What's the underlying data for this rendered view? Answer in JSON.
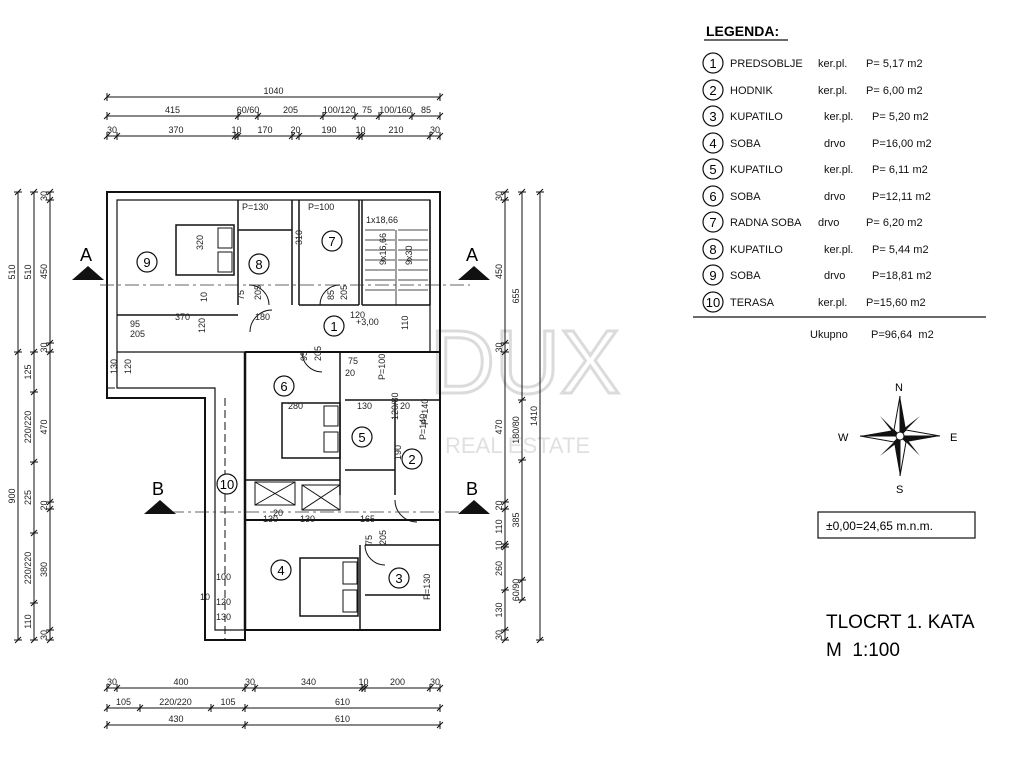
{
  "legend": {
    "title": "LEGENDA:",
    "rooms": [
      {
        "no": "1",
        "name": "PREDSOBLJE",
        "material": "ker.pl.",
        "area": "P= 5,17  m2"
      },
      {
        "no": "2",
        "name": "HODNIK",
        "material": "ker.pl.",
        "area": "P= 6,00  m2"
      },
      {
        "no": "3",
        "name": "KUPATILO",
        "material": "ker.pl.",
        "area": "P= 5,20  m2"
      },
      {
        "no": "4",
        "name": "SOBA",
        "material": "drvo",
        "area": "P=16,00  m2"
      },
      {
        "no": "5",
        "name": "KUPATILO",
        "material": "ker.pl.",
        "area": "P= 6,11  m2"
      },
      {
        "no": "6",
        "name": "SOBA",
        "material": "drvo",
        "area": "P=12,11  m2"
      },
      {
        "no": "7",
        "name": "RADNA SOBA",
        "material": "drvo",
        "area": "P= 6,20  m2"
      },
      {
        "no": "8",
        "name": "KUPATILO",
        "material": "ker.pl.",
        "area": "P= 5,44  m2"
      },
      {
        "no": "9",
        "name": "SOBA",
        "material": "drvo",
        "area": "P=18,81  m2"
      },
      {
        "no": "10",
        "name": "TERASA",
        "material": "ker.pl.",
        "area": "P=15,60  m2"
      }
    ],
    "total_label": "Ukupno",
    "total_area": "P=96,64  m2"
  },
  "compass": {
    "n": "N",
    "s": "S",
    "e": "E",
    "w": "W"
  },
  "elevation": "±0,00=24,65 m.n.m.",
  "title": "TLOCRT 1. KATA",
  "scale": "M  1:100",
  "sections": {
    "a": "A",
    "b": "B"
  },
  "watermark": {
    "logo": "DUX",
    "sub": "REAL ESTATE"
  },
  "dimensions": {
    "top": [
      [
        "1040"
      ],
      [
        "415",
        "60/60",
        "205",
        "100/120",
        "75",
        "100/160",
        "85"
      ],
      [
        "30",
        "370",
        "10",
        "170",
        "20",
        "190",
        "10",
        "210",
        "30"
      ]
    ],
    "bottom": [
      [
        "30",
        "400",
        "30",
        "340",
        "10",
        "200",
        "30"
      ],
      [
        "105",
        "220/220",
        "105",
        "610"
      ],
      [
        "430",
        "610"
      ]
    ],
    "left": [
      [
        "510",
        "900"
      ],
      [
        "510",
        "125",
        "220/220",
        "225",
        "220/220",
        "110"
      ],
      [
        "30",
        "450",
        "30",
        "470",
        "20",
        "380",
        "30"
      ]
    ],
    "right": [
      [
        "30",
        "450",
        "30",
        "470",
        "20",
        "110",
        "10",
        "260",
        "130",
        "30"
      ],
      [
        "655",
        "180/80",
        "385",
        "60/90"
      ],
      [
        "1410"
      ]
    ]
  },
  "annotations": [
    "P=130",
    "P=100",
    "1x18,66",
    "320",
    "370",
    "180",
    "120",
    "10",
    "95",
    "205",
    "75",
    "205",
    "310",
    "85",
    "205",
    "+3,00",
    "120",
    "110",
    "95",
    "205",
    "75",
    "20",
    "280",
    "130",
    "20",
    "120/80",
    "P=140",
    "190",
    "130",
    "120",
    "130",
    "20",
    "130",
    "165",
    "75",
    "205",
    "100",
    "120",
    "130",
    "10",
    "P=100",
    "P=140",
    "P=130",
    "9x16,66",
    "9x30"
  ]
}
